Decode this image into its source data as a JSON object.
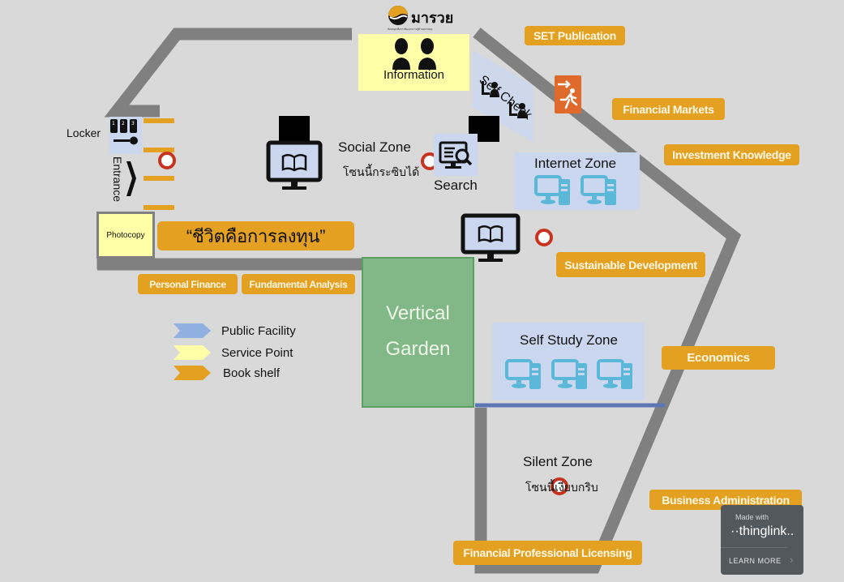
{
  "logo": {
    "name": "มารวย",
    "tagline": "ห้องสมุดเพื่อการพัฒนาความรู้ด้านตลาดทุน"
  },
  "info_desk": {
    "label": "Information"
  },
  "self_check": {
    "label": "Self Check"
  },
  "locker": {
    "label": "Locker"
  },
  "entrance": {
    "label": "Entrance"
  },
  "photocopy": {
    "label": "Photocopy"
  },
  "motto": {
    "text": "“ชีวิตคือการลงทุน”"
  },
  "social_zone": {
    "title": "Social Zone",
    "subtitle": "โซนนี้กระซิบได้"
  },
  "search": {
    "label": "Search"
  },
  "internet_zone": {
    "title": "Internet Zone"
  },
  "self_study_zone": {
    "title": "Self Study Zone"
  },
  "silent_zone": {
    "title": "Silent Zone",
    "subtitle": "โซนนี้เงียบกริบ"
  },
  "garden": {
    "line1": "Vertical",
    "line2": "Garden"
  },
  "shelves": {
    "set_publication": "SET Publication",
    "financial_markets": "Financial Markets",
    "investment_knowledge": "Investment Knowledge",
    "sustainable_development": "Sustainable Development",
    "economics": "Economics",
    "business_administration": "Business Administration",
    "financial_professional_licensing": "Financial Professional Licensing",
    "personal_finance": "Personal Finance",
    "fundamental_analysis": "Fundamental Analysis"
  },
  "legend": {
    "items": [
      {
        "label": "Public Facility",
        "color": "#8fb0e0"
      },
      {
        "label": "Service Point",
        "color": "#ffffa8"
      },
      {
        "label": "Book shelf",
        "color": "#e3a021"
      }
    ]
  },
  "colors": {
    "wall": "#7f7f7f",
    "shelf": "#e3a021",
    "marker": "#c8331f",
    "garden": "#82b887",
    "zone": "#cbd7ee",
    "exit": "#e06a2c"
  },
  "badge": {
    "made_with": "Made with",
    "brand": "··thinglink..",
    "cta": "LEARN MORE"
  }
}
